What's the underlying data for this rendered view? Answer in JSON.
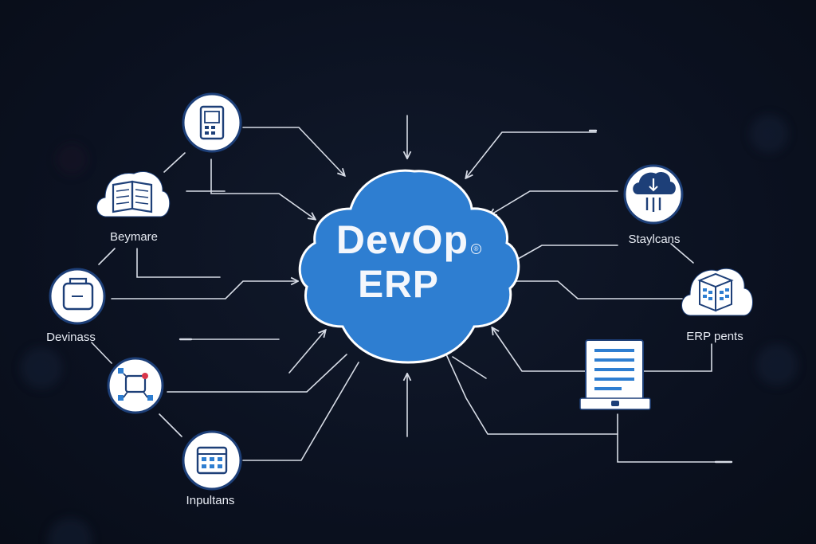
{
  "center": {
    "line1": "DevOp",
    "line2": "ERP",
    "mark": "®"
  },
  "nodes": {
    "top_left_icon": "mobile-device-icon",
    "beymare": {
      "label": "Beymare",
      "icon": "book-icon"
    },
    "devinass": {
      "label": "Devinass",
      "icon": "briefcase-icon"
    },
    "middle_left_icon": "network-hub-icon",
    "inpultans": {
      "label": "Inpultans",
      "icon": "calendar-grid-icon"
    },
    "staylcans": {
      "label": "Staylcans",
      "icon": "cloud-download-icon"
    },
    "erp_pents": {
      "label": "ERP pents",
      "icon": "server-cube-icon"
    },
    "bottom_right_icon": "monitor-document-icon"
  },
  "colors": {
    "background": "#0b1120",
    "cloud": "#2e7ed1",
    "lines": "#d7dce6",
    "icon_stroke": "#1d3f78",
    "icon_fill": "#ffffff"
  }
}
